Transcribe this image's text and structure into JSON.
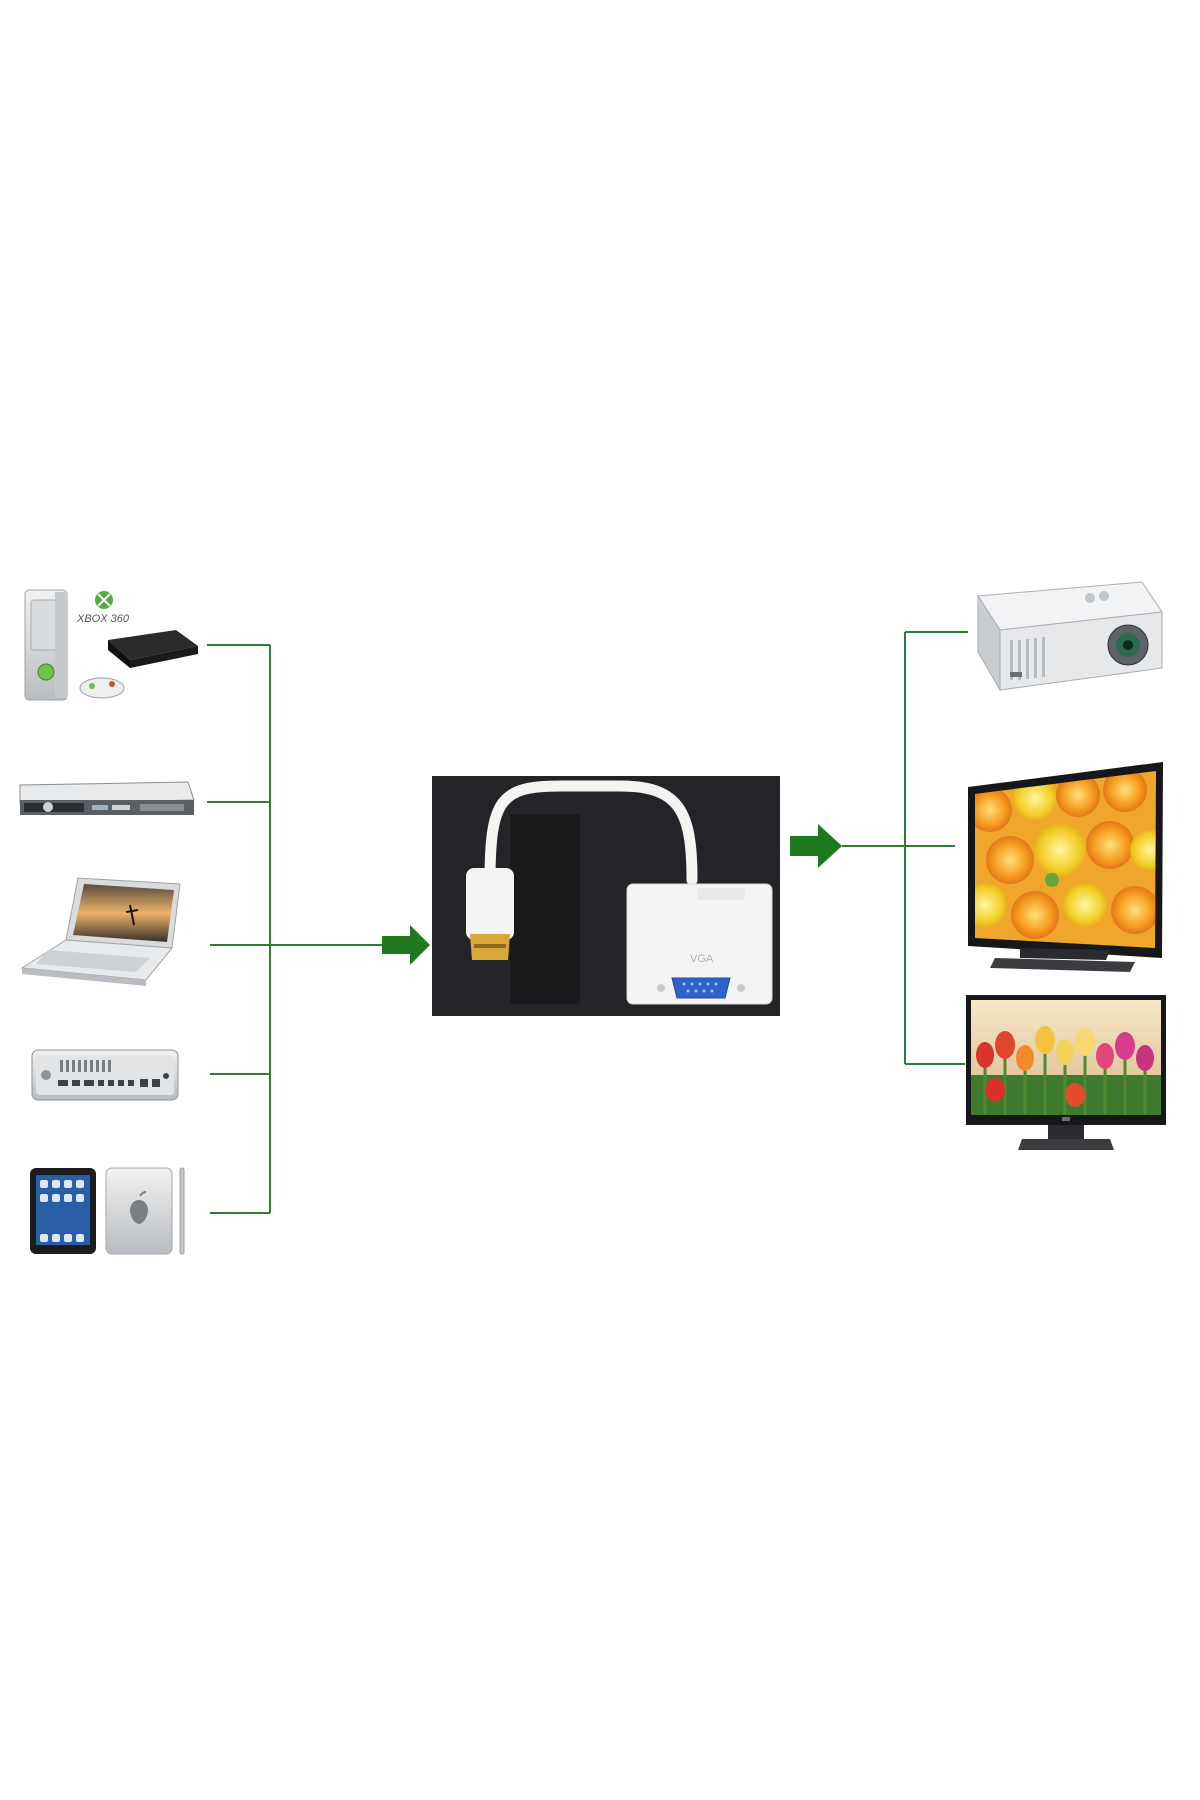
{
  "diagram": {
    "sources": [
      {
        "id": "game-consoles",
        "icon": "game-console-icon",
        "label": "XBOX 360"
      },
      {
        "id": "media-player",
        "icon": "dvd-player-icon",
        "label": ""
      },
      {
        "id": "laptop",
        "icon": "laptop-icon",
        "label": ""
      },
      {
        "id": "mac-mini",
        "icon": "mac-mini-icon",
        "label": ""
      },
      {
        "id": "tablets",
        "icon": "tablet-icon",
        "label": ""
      }
    ],
    "adapter": {
      "icon": "hdmi-to-vga-adapter-icon",
      "port_label": "VGA"
    },
    "outputs": [
      {
        "id": "projector",
        "icon": "projector-icon"
      },
      {
        "id": "tv",
        "icon": "tv-icon"
      },
      {
        "id": "monitor",
        "icon": "monitor-icon"
      }
    ],
    "colors": {
      "connector_line": "#2f7d2f",
      "arrow": "#1f7a1f",
      "adapter_background": "#222326",
      "adapter_body": "#f4f4f2",
      "hdmi_gold": "#d8a93a",
      "vga_blue": "#2f63c9"
    }
  }
}
